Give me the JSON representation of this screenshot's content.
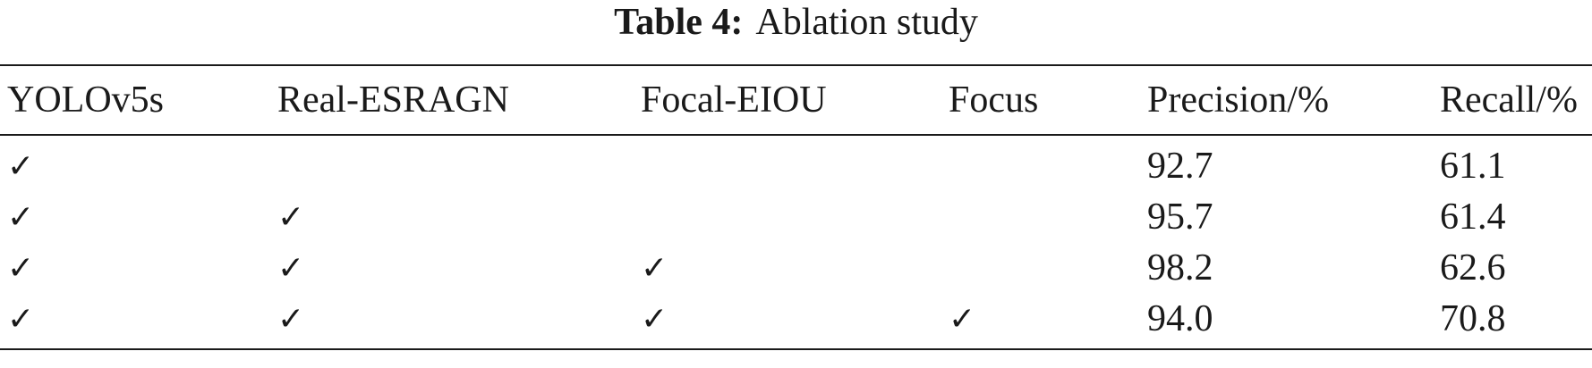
{
  "caption": {
    "label": "Table 4:",
    "text": "Ablation study"
  },
  "table": {
    "headers": [
      "YOLOv5s",
      "Real-ESRAGN",
      "Focal-EIOU",
      "Focus",
      "Precision/%",
      "Recall/%"
    ],
    "check_symbol": "✓",
    "rows": [
      {
        "cells": [
          "✓",
          "",
          "",
          "",
          "92.7",
          "61.1"
        ]
      },
      {
        "cells": [
          "✓",
          "✓",
          "",
          "",
          "95.7",
          "61.4"
        ]
      },
      {
        "cells": [
          "✓",
          "✓",
          "✓",
          "",
          "98.2",
          "62.6"
        ]
      },
      {
        "cells": [
          "✓",
          "✓",
          "✓",
          "✓",
          "94.0",
          "70.8"
        ]
      }
    ]
  }
}
